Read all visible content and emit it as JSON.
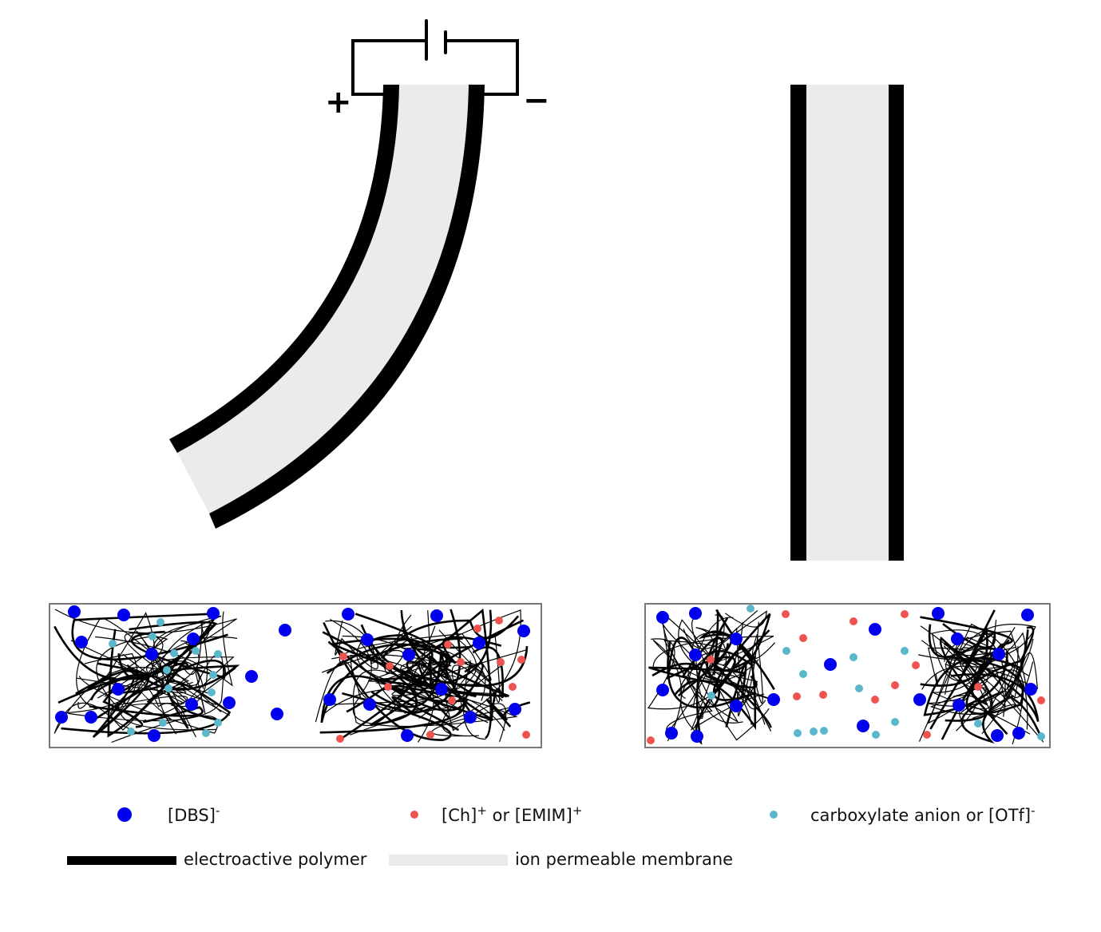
{
  "circuit": {
    "plus": "+",
    "minus": "−"
  },
  "legend": {
    "dbs": {
      "label": "[DBS]",
      "sup": "-"
    },
    "cation": {
      "label1": "[Ch]",
      "sup1": "+",
      "label2": " or [EMIM]",
      "sup2": "+"
    },
    "anion": {
      "label": "carboxylate anion or [OTf]",
      "sup": "-"
    },
    "polymer": "electroactive polymer",
    "membrane": "ion permeable membrane"
  },
  "colors": {
    "dbs": "#0000ee",
    "cation": "#ef5350",
    "anion": "#5bb7cc",
    "polymer": "#000000",
    "membrane": "#ebebeb"
  }
}
